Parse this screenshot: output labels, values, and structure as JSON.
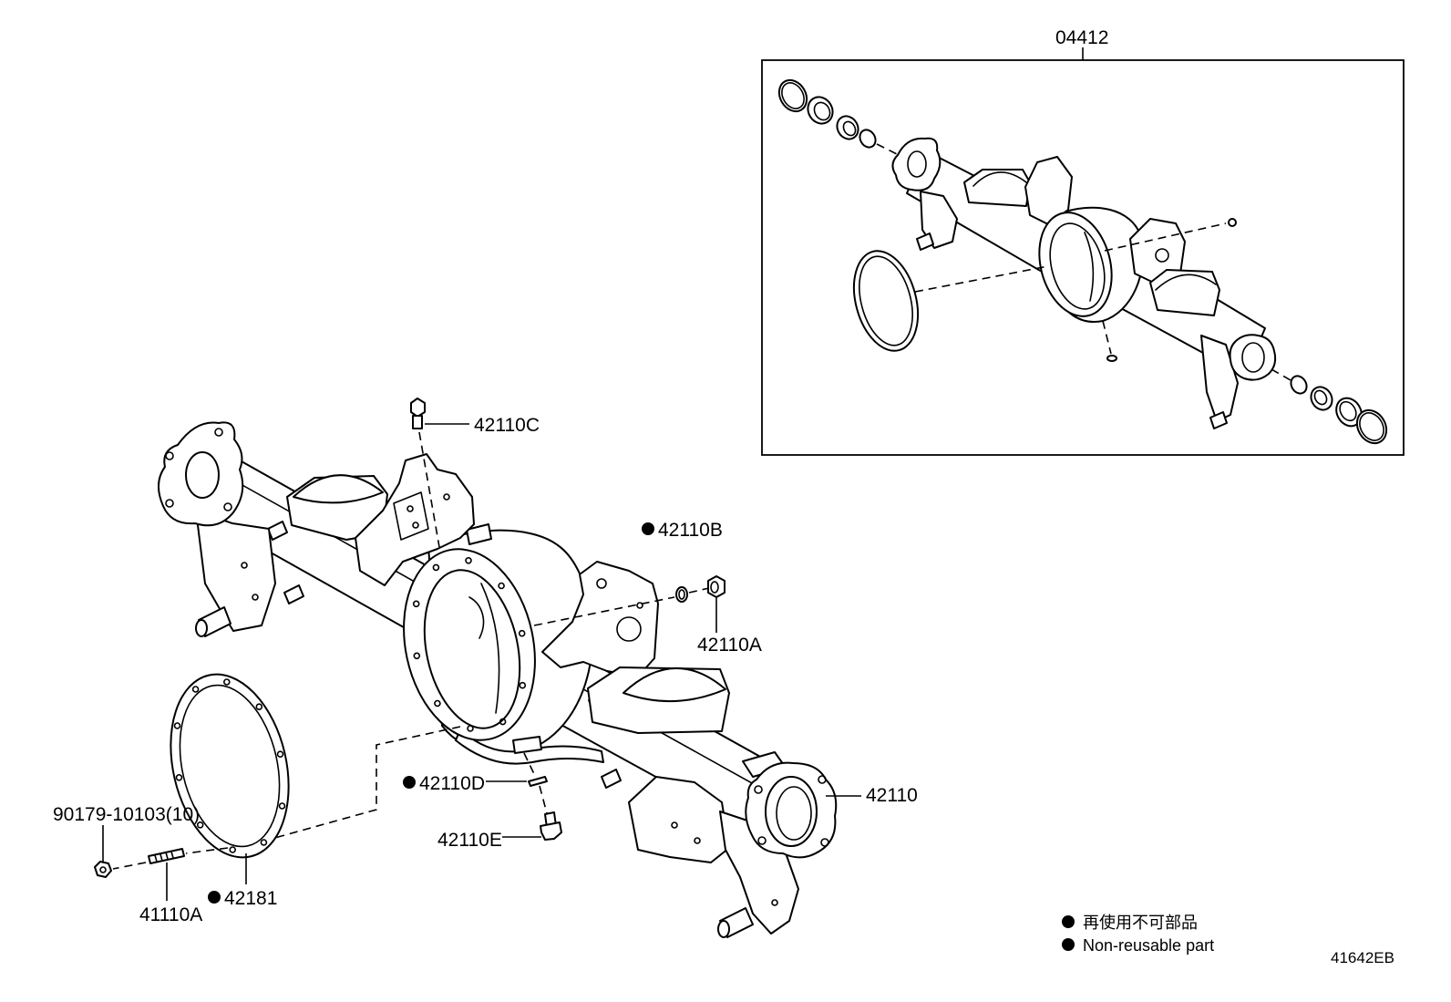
{
  "colors": {
    "line": "#000000",
    "background": "#ffffff"
  },
  "kit": {
    "label": "04412"
  },
  "callouts": [
    {
      "label": "42110C",
      "non_reusable": false
    },
    {
      "label": "42110B",
      "non_reusable": true
    },
    {
      "label": "42110A",
      "non_reusable": false
    },
    {
      "label": "42110",
      "non_reusable": false
    },
    {
      "label": "42110D",
      "non_reusable": true
    },
    {
      "label": "42110E",
      "non_reusable": false
    },
    {
      "label": "90179-10103(10)",
      "non_reusable": false
    },
    {
      "label": "41110A",
      "non_reusable": false
    },
    {
      "label": "42181",
      "non_reusable": true
    }
  ],
  "legend": {
    "items": [
      "再使用不可部品",
      "Non-reusable part"
    ]
  },
  "drawing_id": "41642EB"
}
